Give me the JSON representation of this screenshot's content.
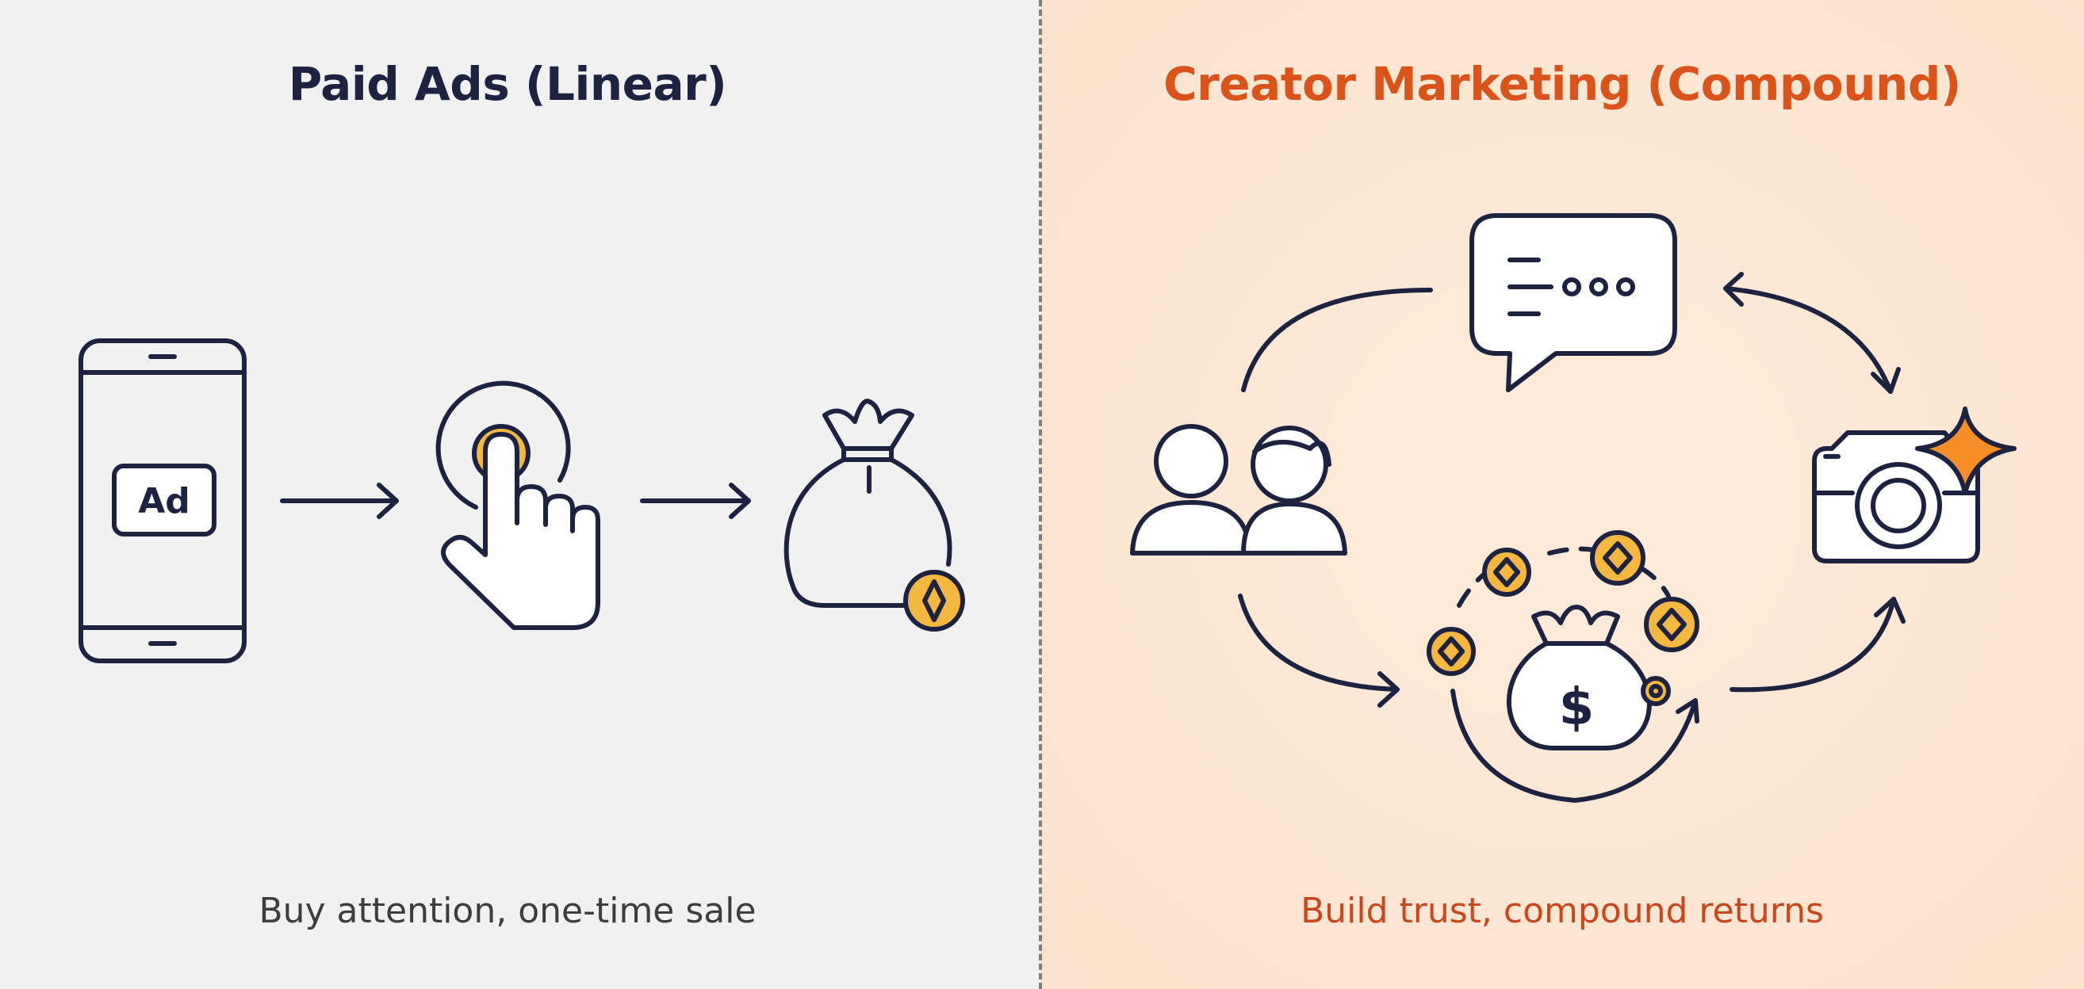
{
  "left_panel": {
    "title": "Paid Ads (Linear)",
    "caption": "Buy attention, one-time sale",
    "steps": [
      {
        "icon": "phone-ad-icon",
        "label": "Ad"
      },
      {
        "icon": "tap-hand-icon"
      },
      {
        "icon": "money-bag-icon"
      }
    ]
  },
  "right_panel": {
    "title": "Creator Marketing (Compound)",
    "caption": "Build trust, compound returns",
    "cycle": [
      "chat-bubble-icon",
      "camera-sparkle-icon",
      "money-bag-coins-icon",
      "people-icon"
    ]
  },
  "colors": {
    "ink": "#1c2240",
    "accent_orange": "#d9531a",
    "coin_gold": "#f4b73f",
    "right_bg": "#fde9d8",
    "left_bg": "#f1f1f1"
  }
}
